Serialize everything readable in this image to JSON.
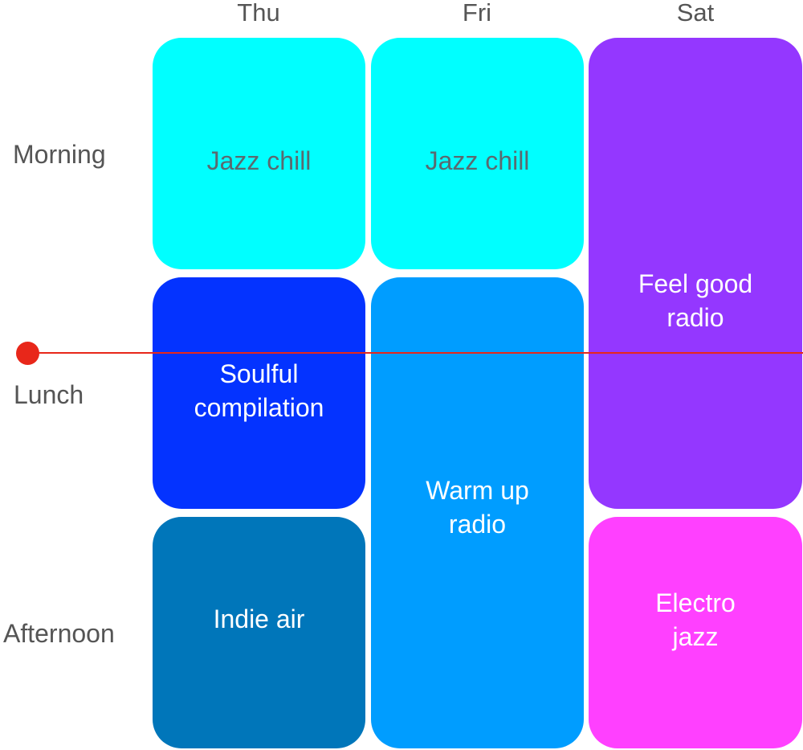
{
  "days": {
    "thu": "Thu",
    "fri": "Fri",
    "sat": "Sat"
  },
  "times": {
    "morning": "Morning",
    "lunch": "Lunch",
    "afternoon": "Afternoon"
  },
  "blocks": {
    "thu_1": {
      "title": "Jazz chill",
      "color": "#00ffff"
    },
    "thu_2": {
      "title_line1": "Soulful",
      "title_line2": "compilation",
      "color": "#0433ff"
    },
    "thu_3": {
      "title": "Indie air",
      "color": "#0076ba"
    },
    "fri_1": {
      "title": "Jazz chill",
      "color": "#00ffff"
    },
    "fri_2": {
      "title_line1": "Warm up",
      "title_line2": "radio",
      "color": "#009dff"
    },
    "sat_1": {
      "title_line1": "Feel good",
      "title_line2": "radio",
      "color": "#9437ff"
    },
    "sat_2": {
      "title_line1": "Electro",
      "title_line2": "jazz",
      "color": "#ff40ff"
    }
  },
  "now_indicator": {
    "color": "#e8271a"
  }
}
